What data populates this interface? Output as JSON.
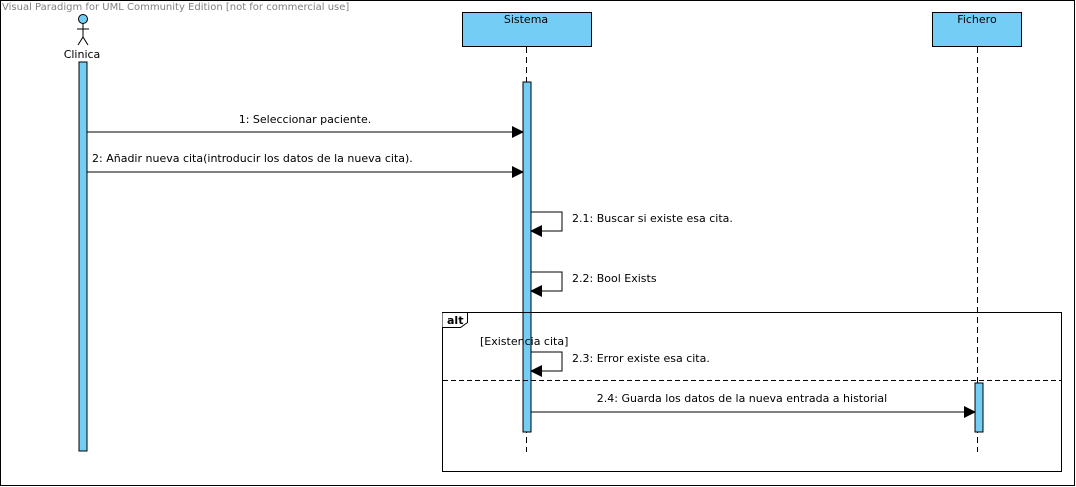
{
  "watermark": "Visual Paradigm for UML Community Edition [not for commercial use]",
  "colors": {
    "lifeline_fill": "#73cdf4",
    "stroke": "#000000",
    "watermark": "#808080",
    "background": "#ffffff"
  },
  "actor": {
    "label": "Clinica",
    "icon": "stick-figure-actor-icon"
  },
  "lifelines": {
    "sistema": "Sistema",
    "fichero": "Fichero"
  },
  "messages": [
    {
      "id": "m1",
      "label": "1: Seleccionar paciente."
    },
    {
      "id": "m2",
      "label": "2: Añadir nueva cita(introducir los datos de la  nueva cita)."
    },
    {
      "id": "m21",
      "label": "2.1: Buscar si existe esa cita."
    },
    {
      "id": "m22",
      "label": "2.2: Bool Exists"
    },
    {
      "id": "m23",
      "label": "2.3: Error existe esa cita."
    },
    {
      "id": "m24",
      "label": "2.4: Guarda los datos de la nueva entrada a historial"
    }
  ],
  "fragment": {
    "operator": "alt",
    "guard": "[Existencia cita]"
  }
}
